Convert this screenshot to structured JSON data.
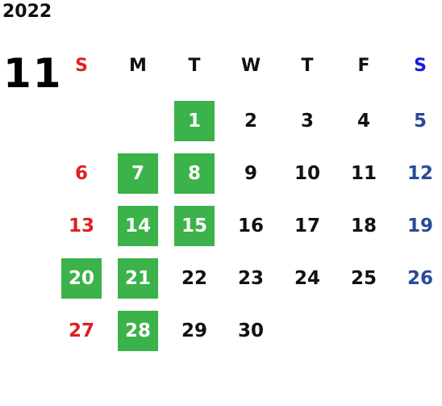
{
  "year": "2022",
  "month": "11",
  "weekdays": [
    "S",
    "M",
    "T",
    "W",
    "T",
    "F",
    "S"
  ],
  "colors": {
    "highlight": "#3cb24a",
    "sunday": "#e02020",
    "saturday": "#2a4a9a",
    "saturday_header": "#1a1ae0"
  },
  "weeks": [
    [
      null,
      null,
      {
        "day": "1",
        "hl": true
      },
      {
        "day": "2"
      },
      {
        "day": "3"
      },
      {
        "day": "4"
      },
      {
        "day": "5"
      }
    ],
    [
      {
        "day": "6"
      },
      {
        "day": "7",
        "hl": true
      },
      {
        "day": "8",
        "hl": true
      },
      {
        "day": "9"
      },
      {
        "day": "10"
      },
      {
        "day": "11"
      },
      {
        "day": "12"
      }
    ],
    [
      {
        "day": "13"
      },
      {
        "day": "14",
        "hl": true
      },
      {
        "day": "15",
        "hl": true
      },
      {
        "day": "16"
      },
      {
        "day": "17"
      },
      {
        "day": "18"
      },
      {
        "day": "19"
      }
    ],
    [
      {
        "day": "20",
        "hl": true
      },
      {
        "day": "21",
        "hl": true
      },
      {
        "day": "22"
      },
      {
        "day": "23"
      },
      {
        "day": "24"
      },
      {
        "day": "25"
      },
      {
        "day": "26"
      }
    ],
    [
      {
        "day": "27"
      },
      {
        "day": "28",
        "hl": true
      },
      {
        "day": "29"
      },
      {
        "day": "30"
      },
      null,
      null,
      null
    ]
  ]
}
